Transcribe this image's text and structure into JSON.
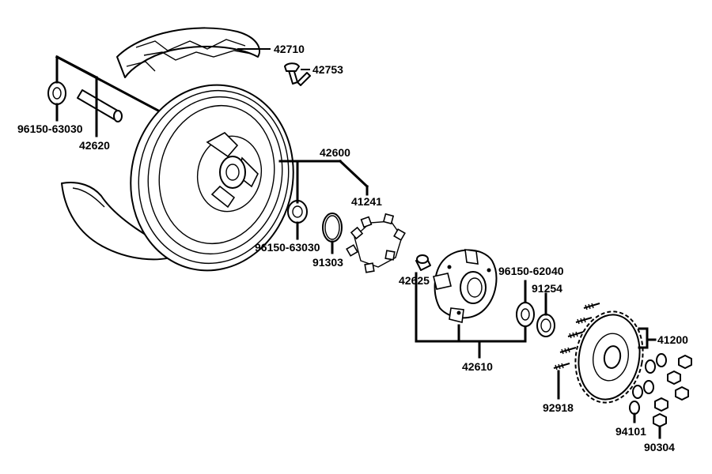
{
  "parts": {
    "p42710": "42710",
    "p42753": "42753",
    "p96150_63030_a": "96150-63030",
    "p42620": "42620",
    "p42600": "42600",
    "p41241": "41241",
    "p96150_63030_b": "96150-63030",
    "p91303": "91303",
    "p42625": "42625",
    "p96150_62040": "96150-62040",
    "p91254": "91254",
    "p42610": "42610",
    "p41200": "41200",
    "p92918": "92918",
    "p94101": "94101",
    "p90304": "90304"
  }
}
